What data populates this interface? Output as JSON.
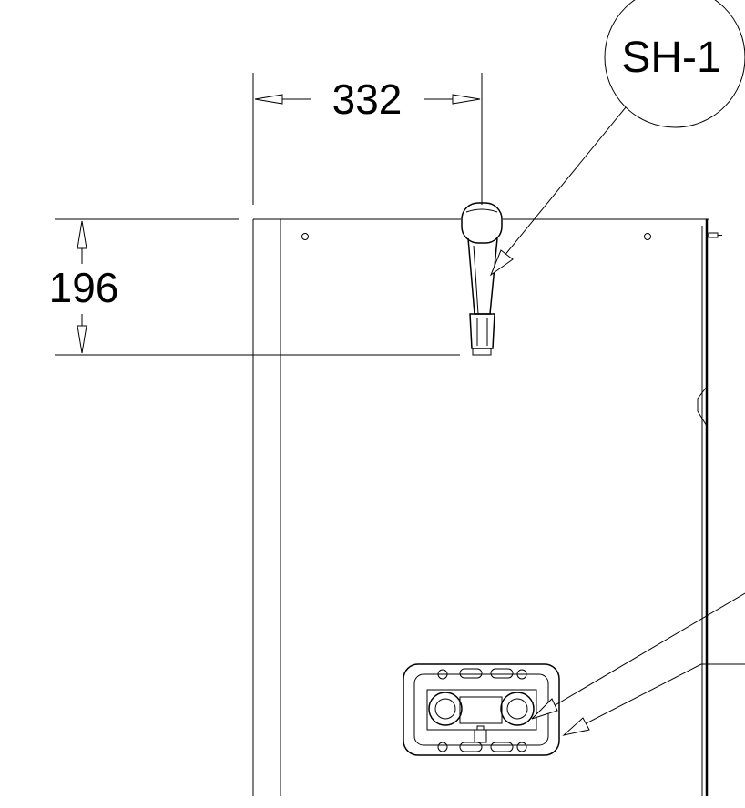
{
  "drawing": {
    "dimension_horizontal": "332",
    "dimension_vertical": "196",
    "callout_tag": "SH-1"
  },
  "colors": {
    "line": "#000000",
    "background": "#ffffff"
  }
}
